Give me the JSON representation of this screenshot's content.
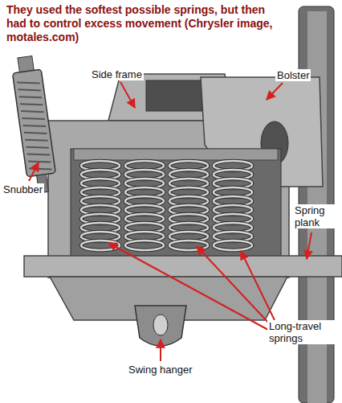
{
  "diagram": {
    "title": "They used the softest possible springs, but then had to control excess movement (Chrysler image, motales.com)",
    "labels": [
      "Side frame",
      "Bolster",
      "Snubber",
      "Spring plank",
      "Long-travel springs",
      "Swing hanger"
    ]
  }
}
